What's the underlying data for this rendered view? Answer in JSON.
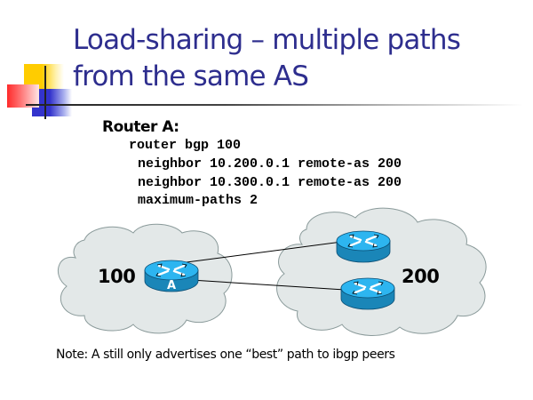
{
  "slide": {
    "title_lines": [
      "Load-sharing – multiple paths",
      "from the same AS"
    ],
    "config": {
      "heading": "Router A:",
      "lines": [
        "router bgp 100",
        "neighbor 10.200.0.1 remote-as 200",
        "neighbor 10.300.0.1 remote-as 200",
        "maximum-paths 2"
      ]
    },
    "diagram": {
      "clouds": [
        {
          "as_label": "100",
          "color": "#e3e8e8"
        },
        {
          "as_label": "200",
          "color": "#e3e8e8"
        }
      ],
      "routers": [
        {
          "id": "A",
          "label": "A",
          "as": "100"
        },
        {
          "id": "peer-1",
          "label": "",
          "as": "200"
        },
        {
          "id": "peer-2",
          "label": "",
          "as": "200"
        }
      ],
      "links": [
        {
          "from": "A",
          "to": "peer-1"
        },
        {
          "from": "A",
          "to": "peer-2"
        }
      ],
      "router_colors": {
        "top": "#2db5f0",
        "side": "#1a86b8",
        "outline": "#0a4d73"
      }
    },
    "note": "Note: A still only advertises one “best” path to ibgp peers",
    "accent_colors": {
      "title": "#2e2e8e",
      "yellow": "#ffcc00",
      "blue": "#3333cc",
      "red": "#ff2a2a"
    }
  }
}
